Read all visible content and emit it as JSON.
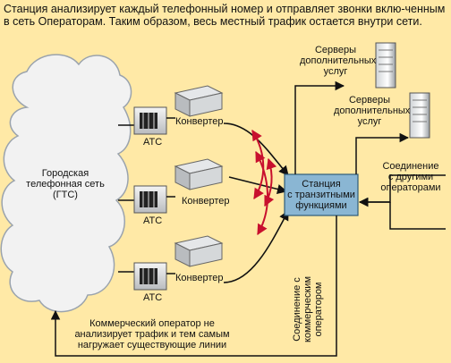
{
  "caption": "Станция анализирует каждый телефонный номер и отправляет звонки вклю-ченным в сеть Операторам. Таким образом, весь местный трафик остается внутри сети.",
  "gts": {
    "l1": "Городская",
    "l2": "телефонная сеть",
    "l3": "(ГТС)"
  },
  "ats_label": "АТС",
  "converter_label": "Конвертер",
  "station": {
    "l1": "Станция",
    "l2": "с транзитными",
    "l3": "функциями"
  },
  "server1": {
    "l1": "Серверы",
    "l2": "дополнительных",
    "l3": "услуг"
  },
  "server2": {
    "l1": "Серверы",
    "l2": "дополнительных",
    "l3": "услуг"
  },
  "other_ops": {
    "l1": "Соединение",
    "l2": "с другими",
    "l3": "операторами"
  },
  "commercial_link": {
    "l1": "Соединение с",
    "l2": "коммерческим",
    "l3": "оператором"
  },
  "bottom_note": {
    "l1": "Коммерческий оператор не",
    "l2": "анализирует трафик и тем самым",
    "l3": "нагружает существующие линии"
  },
  "colors": {
    "background": "#ffe9a6",
    "station": "#8ab6d3",
    "arrow_red": "#c8102e",
    "line": "#111111",
    "cloud": "#f2f2f2"
  }
}
